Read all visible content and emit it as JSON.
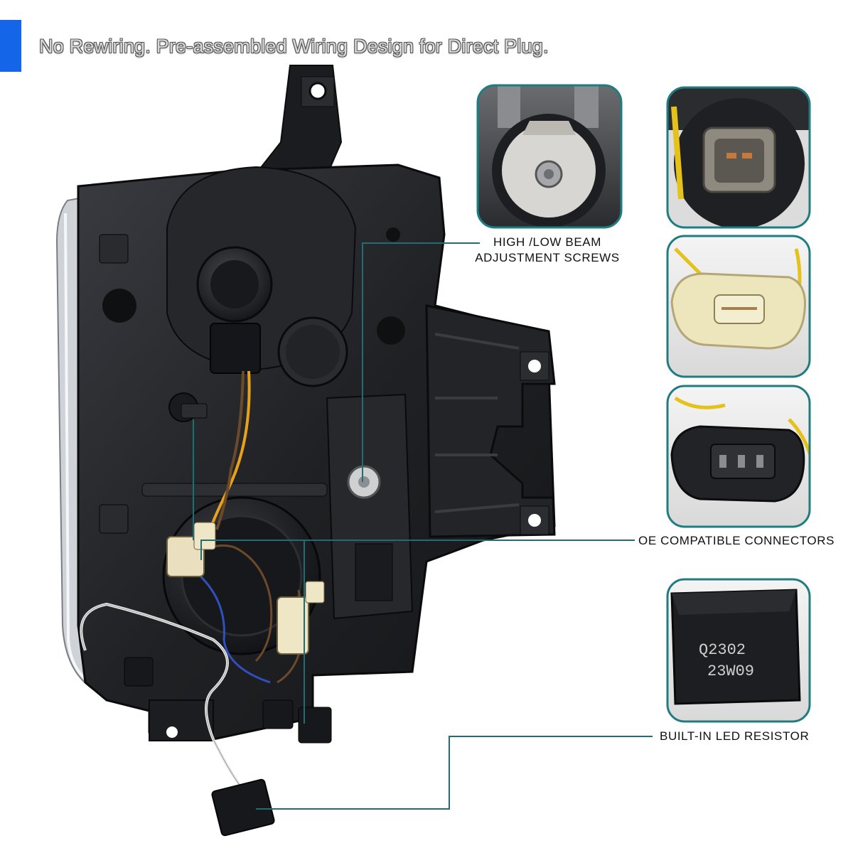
{
  "header": {
    "title": "No Rewiring. Pre-assembled Wiring Design for Direct Plug."
  },
  "callouts": [
    {
      "id": "adjustment",
      "line1": "HIGH /LOW BEAM",
      "line2": "ADJUSTMENT SCREWS"
    },
    {
      "id": "connectors",
      "text": "OE COMPATIBLE CONNECTORS"
    },
    {
      "id": "resistor",
      "text": "BUILT-IN LED RESISTOR"
    }
  ],
  "resistor_print": {
    "line1": "Q2302",
    "line2": "23W09"
  },
  "colors": {
    "accent": "#1565e8",
    "callout_line": "#1f6e74",
    "housing": "#1e1f22",
    "thumb_border": "#1f7d82"
  }
}
